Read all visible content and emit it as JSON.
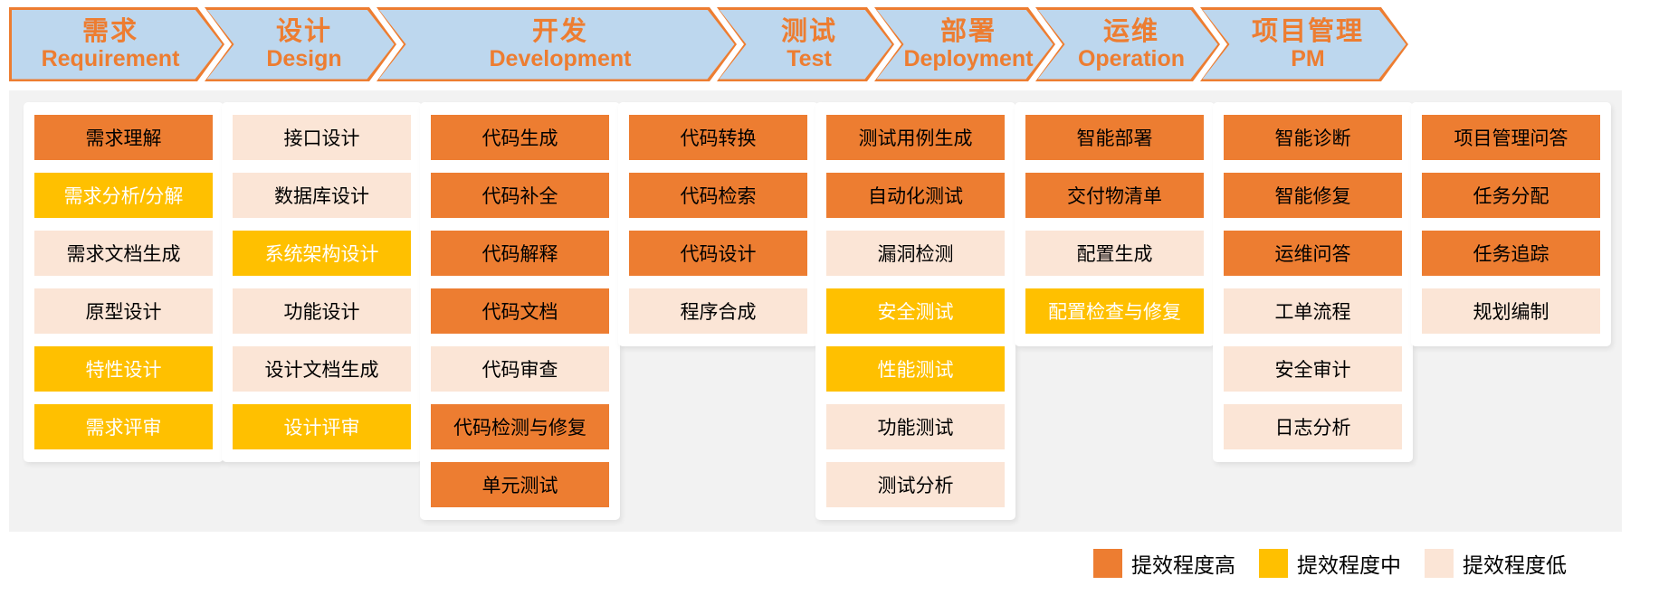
{
  "palette": {
    "high": "#ED7D31",
    "medium": "#FFC000",
    "low": "#FBE5D6",
    "header_fill": "#BDD7EE",
    "header_border": "#ED7D31",
    "header_text": "#ED7D31",
    "canvas_bg": "#F2F2F2",
    "text_on_medium": "#FFFFFF",
    "text_on_high": "#000000",
    "text_on_low": "#000000"
  },
  "phases": [
    {
      "zh": "需求",
      "en": "Requirement"
    },
    {
      "zh": "设计",
      "en": "Design"
    },
    {
      "zh": "开发",
      "en": "Development"
    },
    {
      "zh": "测试",
      "en": "Test"
    },
    {
      "zh": "部署",
      "en": "Deployment"
    },
    {
      "zh": "运维",
      "en": "Operation"
    },
    {
      "zh": "项目管理",
      "en": "PM"
    }
  ],
  "columns": [
    {
      "phase": "Requirement",
      "items": [
        {
          "label": "需求理解",
          "level": "high"
        },
        {
          "label": "需求分析/分解",
          "level": "medium"
        },
        {
          "label": "需求文档生成",
          "level": "low"
        },
        {
          "label": "原型设计",
          "level": "low"
        },
        {
          "label": "特性设计",
          "level": "medium"
        },
        {
          "label": "需求评审",
          "level": "medium"
        }
      ]
    },
    {
      "phase": "Design",
      "items": [
        {
          "label": "接口设计",
          "level": "low"
        },
        {
          "label": "数据库设计",
          "level": "low"
        },
        {
          "label": "系统架构设计",
          "level": "medium"
        },
        {
          "label": "功能设计",
          "level": "low"
        },
        {
          "label": "设计文档生成",
          "level": "low"
        },
        {
          "label": "设计评审",
          "level": "medium"
        }
      ]
    },
    {
      "phase": "Development",
      "items": [
        {
          "label": "代码生成",
          "level": "high"
        },
        {
          "label": "代码补全",
          "level": "high"
        },
        {
          "label": "代码解释",
          "level": "high"
        },
        {
          "label": "代码文档",
          "level": "high"
        },
        {
          "label": "代码审查",
          "level": "low"
        },
        {
          "label": "代码检测与修复",
          "level": "high"
        },
        {
          "label": "单元测试",
          "level": "high"
        }
      ]
    },
    {
      "phase": "Development",
      "items": [
        {
          "label": "代码转换",
          "level": "high"
        },
        {
          "label": "代码检索",
          "level": "high"
        },
        {
          "label": "代码设计",
          "level": "high"
        },
        {
          "label": "程序合成",
          "level": "low"
        }
      ]
    },
    {
      "phase": "Test",
      "items": [
        {
          "label": "测试用例生成",
          "level": "high"
        },
        {
          "label": "自动化测试",
          "level": "high"
        },
        {
          "label": "漏洞检测",
          "level": "low"
        },
        {
          "label": "安全测试",
          "level": "medium"
        },
        {
          "label": "性能测试",
          "level": "medium"
        },
        {
          "label": "功能测试",
          "level": "low"
        },
        {
          "label": "测试分析",
          "level": "low"
        }
      ]
    },
    {
      "phase": "Deployment",
      "items": [
        {
          "label": "智能部署",
          "level": "high"
        },
        {
          "label": "交付物清单",
          "level": "high"
        },
        {
          "label": "配置生成",
          "level": "low"
        },
        {
          "label": "配置检查与修复",
          "level": "medium"
        }
      ]
    },
    {
      "phase": "Operation",
      "items": [
        {
          "label": "智能诊断",
          "level": "high"
        },
        {
          "label": "智能修复",
          "level": "high"
        },
        {
          "label": "运维问答",
          "level": "high"
        },
        {
          "label": "工单流程",
          "level": "low"
        },
        {
          "label": "安全审计",
          "level": "low"
        },
        {
          "label": "日志分析",
          "level": "low"
        }
      ]
    },
    {
      "phase": "PM",
      "items": [
        {
          "label": "项目管理问答",
          "level": "high"
        },
        {
          "label": "任务分配",
          "level": "high"
        },
        {
          "label": "任务追踪",
          "level": "high"
        },
        {
          "label": "规划编制",
          "level": "low"
        }
      ]
    }
  ],
  "legend": [
    {
      "label": "提效程度高",
      "level": "high"
    },
    {
      "label": "提效程度中",
      "level": "medium"
    },
    {
      "label": "提效程度低",
      "level": "low"
    }
  ]
}
